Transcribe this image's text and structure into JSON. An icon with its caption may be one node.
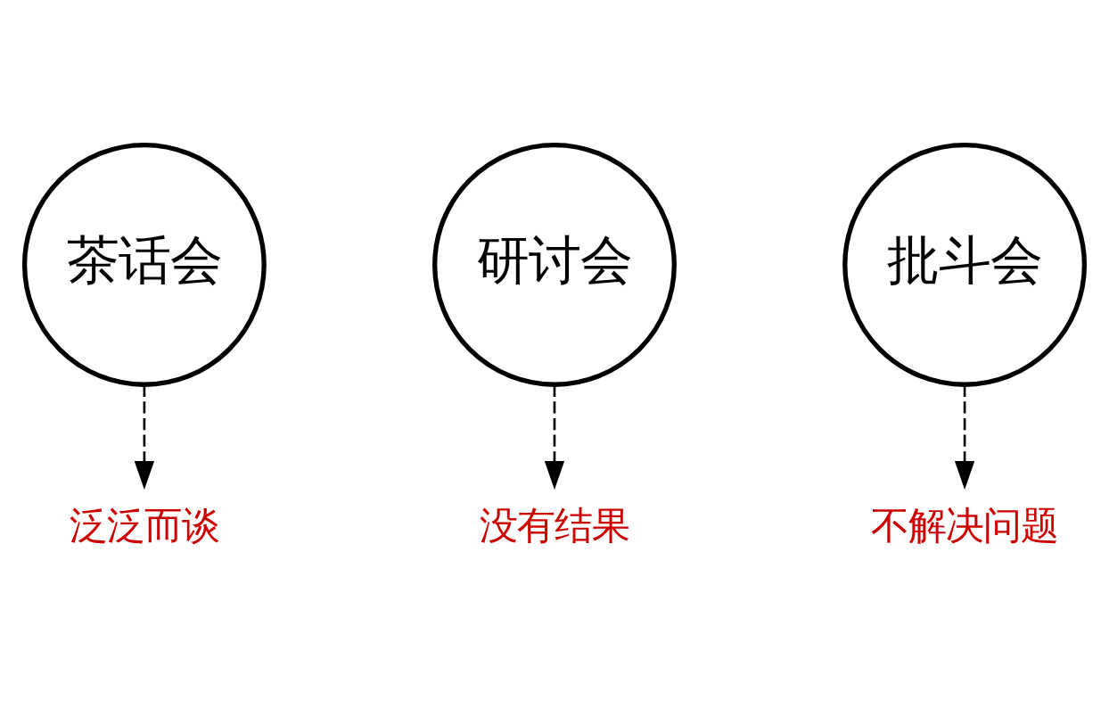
{
  "diagram": {
    "nodes": [
      {
        "text": [
          "茶话会"
        ]
      },
      {
        "text": [
          "研讨会"
        ]
      },
      {
        "text": [
          "批斗会"
        ]
      },
      {
        "text": [
          "泛泛而谈"
        ]
      },
      {
        "text": [
          "没有结果"
        ]
      },
      {
        "text": [
          "不解决问题"
        ]
      }
    ],
    "edges": [
      {
        "from": 0,
        "to": 3,
        "arrow": "to",
        "style": "dashed"
      },
      {
        "from": 1,
        "to": 4,
        "arrow": "to",
        "style": "dashed"
      },
      {
        "from": 2,
        "to": 5,
        "arrow": "to",
        "style": "dashed"
      }
    ]
  }
}
